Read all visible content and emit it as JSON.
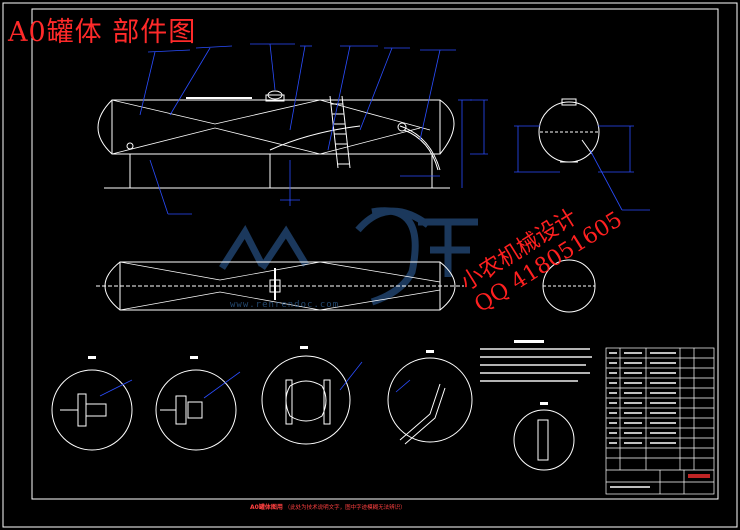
{
  "drawing": {
    "title": "A0罐体 部件图",
    "watermark_line1": "小农机械设计",
    "watermark_line2": "QQ 418051605",
    "footer_heading": "A0罐体图用",
    "footer_body": "（此处为技术说明文字，图中字迹模糊无法辨识）"
  },
  "colors": {
    "background": "#000000",
    "line_white": "#ffffff",
    "dimension_blue": "#2a4dff",
    "title_red": "#ff2a2a",
    "watermark_blue": "#1e3f66"
  }
}
